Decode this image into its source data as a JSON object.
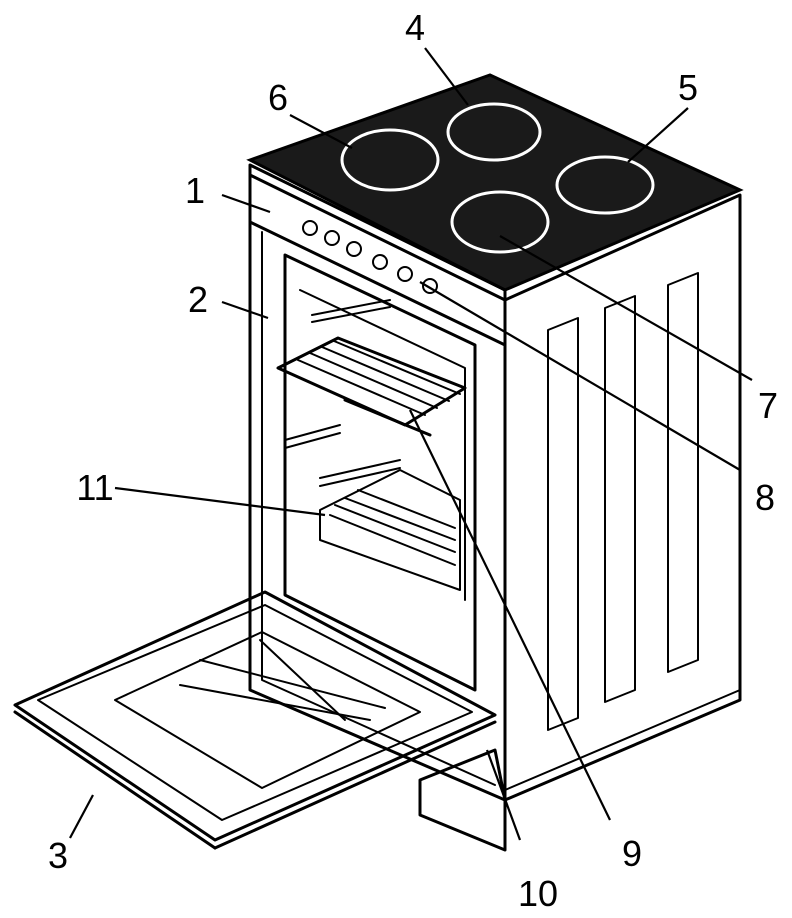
{
  "diagram": {
    "labels": [
      "1",
      "2",
      "3",
      "4",
      "5",
      "6",
      "7",
      "8",
      "9",
      "10",
      "11"
    ]
  },
  "colors": {
    "ink": "#000000",
    "hob": "#1a1a1a",
    "paper": "#ffffff"
  }
}
